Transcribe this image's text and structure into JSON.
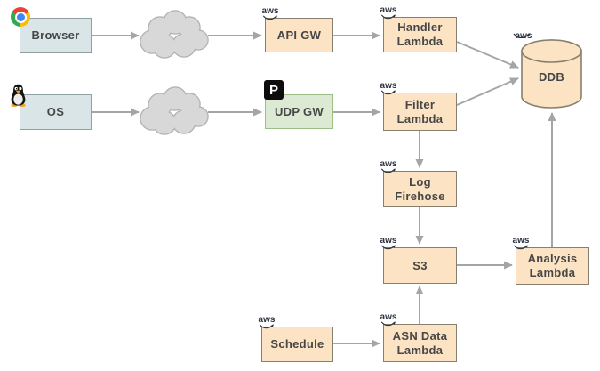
{
  "diagram": {
    "aws_badge_label": "aws",
    "nodes": {
      "browser": {
        "label": "Browser"
      },
      "os": {
        "label": "OS"
      },
      "api_gw": {
        "label": "API GW"
      },
      "udp_gw": {
        "label": "UDP GW"
      },
      "handler_lambda": {
        "label": "Handler Lambda"
      },
      "filter_lambda": {
        "label": "Filter Lambda"
      },
      "ddb": {
        "label": "DDB"
      },
      "log_firehose": {
        "label": "Log Firehose"
      },
      "s3": {
        "label": "S3"
      },
      "analysis_lambda": {
        "label": "Analysis Lambda"
      },
      "schedule": {
        "label": "Schedule"
      },
      "asn_data_lambda": {
        "label": "ASN Data Lambda"
      }
    },
    "icons": {
      "browser_corner_icon": "chrome-icon",
      "os_corner_icon": "linux-tux-icon",
      "udp_gw_corner_icon": "p-letter-badge",
      "p_letter": "P",
      "network_shape": "internet-cloud",
      "aws_nodes_badge": "aws-logo-badge"
    },
    "edges": [
      {
        "from": "Browser",
        "to": "internet-cloud-top"
      },
      {
        "from": "internet-cloud-top",
        "to": "API GW"
      },
      {
        "from": "API GW",
        "to": "Handler Lambda"
      },
      {
        "from": "Handler Lambda",
        "to": "DDB"
      },
      {
        "from": "OS",
        "to": "internet-cloud-bottom"
      },
      {
        "from": "internet-cloud-bottom",
        "to": "UDP GW"
      },
      {
        "from": "UDP GW",
        "to": "Filter Lambda"
      },
      {
        "from": "Filter Lambda",
        "to": "DDB"
      },
      {
        "from": "Filter Lambda",
        "to": "Log Firehose"
      },
      {
        "from": "Log Firehose",
        "to": "S3"
      },
      {
        "from": "S3",
        "to": "Analysis Lambda"
      },
      {
        "from": "Analysis Lambda",
        "to": "DDB"
      },
      {
        "from": "Schedule",
        "to": "ASN Data Lambda"
      },
      {
        "from": "ASN Data Lambda",
        "to": "S3"
      }
    ],
    "colors": {
      "client_box_fill": "#d9e5e6",
      "client_box_border": "#8fa0a2",
      "aws_box_fill": "#fbe3c4",
      "aws_box_border": "#877f6f",
      "udp_gw_fill": "#dcead3",
      "udp_gw_border": "#9cbd84",
      "cloud_fill": "#d8d8d8",
      "cloud_border": "#b3b3b3",
      "arrow": "#a5a5a5",
      "label_text": "#464646",
      "aws_logo": "#2b3442"
    }
  }
}
